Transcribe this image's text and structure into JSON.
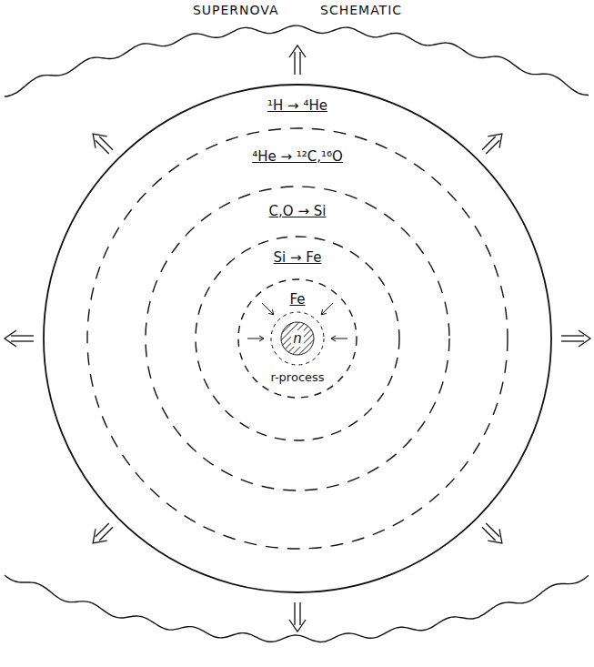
{
  "diagram": {
    "title": "SUPERNOVA SCHEMATIC",
    "nodes": [
      {
        "text": [
          "¹H → ⁴He"
        ]
      },
      {
        "text": [
          "⁴He → ¹²C,¹⁶O"
        ],
        "in": 0
      },
      {
        "text": [
          "C,O → Si"
        ],
        "in": 1
      },
      {
        "text": [
          "Si → Fe"
        ],
        "in": 2
      },
      {
        "text": [
          "Fe",
          "r-process"
        ],
        "in": 3
      },
      {
        "text": [
          "n"
        ],
        "in": 4
      }
    ]
  }
}
